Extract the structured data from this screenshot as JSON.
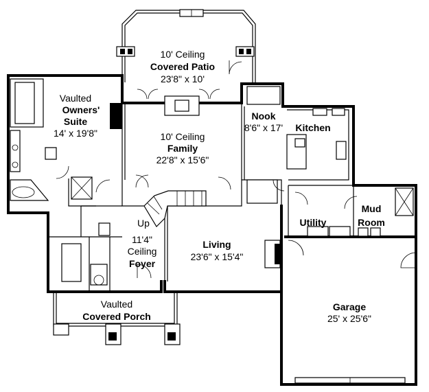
{
  "rooms": {
    "covered_patio": {
      "line1": "10' Ceiling",
      "name": "Covered Patio",
      "size": "23'8\" x 10'"
    },
    "owners_suite": {
      "line1": "Vaulted",
      "name1": "Owners'",
      "name2": "Suite",
      "size": "14' x 19'8\""
    },
    "family": {
      "line1": "10' Ceiling",
      "name": "Family",
      "size": "22'8\" x 15'6\""
    },
    "nook": {
      "name": "Nook",
      "size": "8'6\" x 17'"
    },
    "kitchen": {
      "name": "Kitchen"
    },
    "up": {
      "label": "Up"
    },
    "foyer": {
      "line1": "11'4\"",
      "line2": "Ceiling",
      "name": "Foyer"
    },
    "living": {
      "name": "Living",
      "size": "23'6\" x 15'4\""
    },
    "utility": {
      "name": "Utility"
    },
    "mud_room": {
      "name1": "Mud",
      "name2": "Room"
    },
    "garage": {
      "name": "Garage",
      "size": "25' x 25'6\""
    },
    "covered_porch": {
      "line1": "Vaulted",
      "name": "Covered Porch"
    }
  }
}
